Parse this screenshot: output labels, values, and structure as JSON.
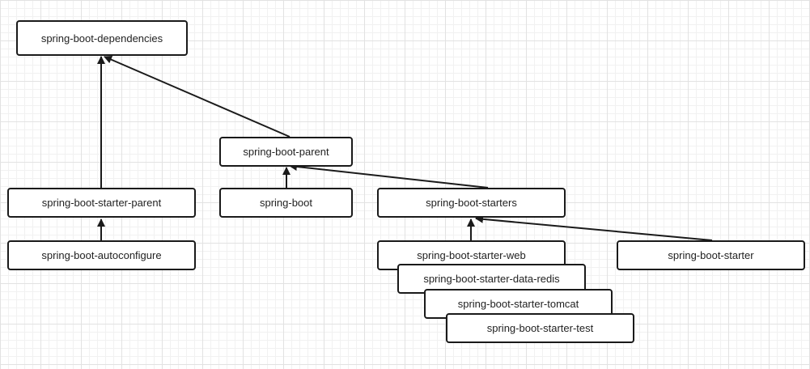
{
  "nodes": {
    "dependencies": "spring-boot-dependencies",
    "parent": "spring-boot-parent",
    "starter_parent": "spring-boot-starter-parent",
    "boot": "spring-boot",
    "starters": "spring-boot-starters",
    "autoconfigure": "spring-boot-autoconfigure",
    "starter_web": "spring-boot-starter-web",
    "starter": "spring-boot-starter",
    "starter_data_redis": "spring-boot-starter-data-redis",
    "starter_tomcat": "spring-boot-starter-tomcat",
    "starter_test": "spring-boot-starter-test"
  },
  "colors": {
    "stroke": "#1a1a1a",
    "text": "#222222",
    "grid": "#e2e2e2"
  }
}
